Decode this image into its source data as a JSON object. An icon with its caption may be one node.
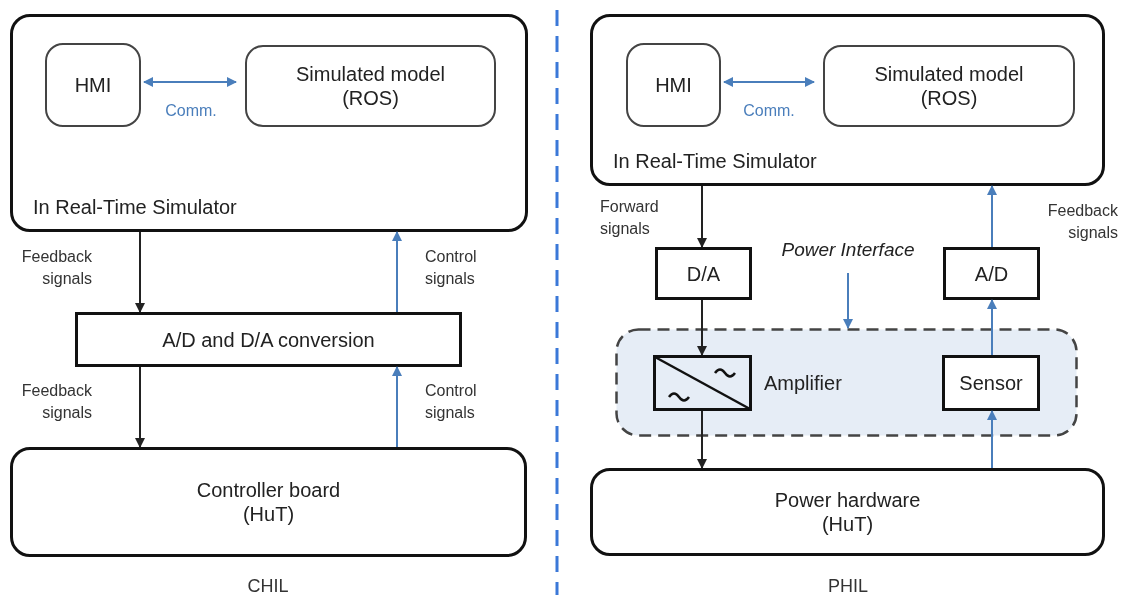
{
  "diagram": {
    "nodes": [
      {
        "text": [
          "In Real-Time Simulator"
        ]
      },
      {
        "text": [
          "HMI"
        ],
        "in": 0
      },
      {
        "text": [
          "Simulated model (ROS)"
        ],
        "in": 0
      },
      {
        "text": [
          "A/D and D/A conversion"
        ]
      },
      {
        "text": [
          "Controller board (HuT)"
        ]
      },
      {
        "text": [
          "In Real-Time Simulator"
        ]
      },
      {
        "text": [
          "HMI"
        ],
        "in": 5
      },
      {
        "text": [
          "Simulated model (ROS)"
        ],
        "in": 5
      },
      {
        "text": [
          "D/A"
        ]
      },
      {
        "text": [
          "A/D"
        ]
      },
      {
        "text": [
          "Power Interface"
        ]
      },
      {
        "text": [],
        "shape": "box"
      },
      {
        "text": [],
        "shape": "box",
        "beside": [
          "Amplifier"
        ],
        "in": 11
      },
      {
        "text": [
          "Sensor"
        ],
        "in": 11
      },
      {
        "text": [
          "Power hardware (HuT)"
        ]
      }
    ],
    "edges": [
      {
        "from": 1,
        "to": 2,
        "arrow": "both",
        "label": "Comm."
      },
      {
        "from": 0,
        "to": 3,
        "arrow": "to",
        "label": "Feedback signals",
        "color": "#222222"
      },
      {
        "from": 3,
        "to": 0,
        "arrow": "to",
        "label": "Control signals"
      },
      {
        "from": 3,
        "to": 4,
        "arrow": "to",
        "label": "Feedback signals",
        "color": "#222222"
      },
      {
        "from": 4,
        "to": 3,
        "arrow": "to",
        "label": "Control signals"
      },
      {
        "from": 6,
        "to": 7,
        "arrow": "both",
        "label": "Comm."
      },
      {
        "from": 5,
        "to": 8,
        "arrow": "to",
        "label": "Forward signals",
        "color": "#222222"
      },
      {
        "from": 9,
        "to": 5,
        "arrow": "to",
        "label": "Feedback signals"
      },
      {
        "from": 10,
        "to": 11,
        "arrow": "to"
      },
      {
        "from": 8,
        "to": 12,
        "arrow": "to",
        "color": "#222222"
      },
      {
        "from": 12,
        "to": 14,
        "arrow": "to",
        "color": "#222222"
      },
      {
        "from": 14,
        "to": 13,
        "arrow": "to"
      },
      {
        "from": 13,
        "to": 9,
        "arrow": "to"
      }
    ],
    "labels": [
      "CHIL",
      "PHIL"
    ]
  }
}
